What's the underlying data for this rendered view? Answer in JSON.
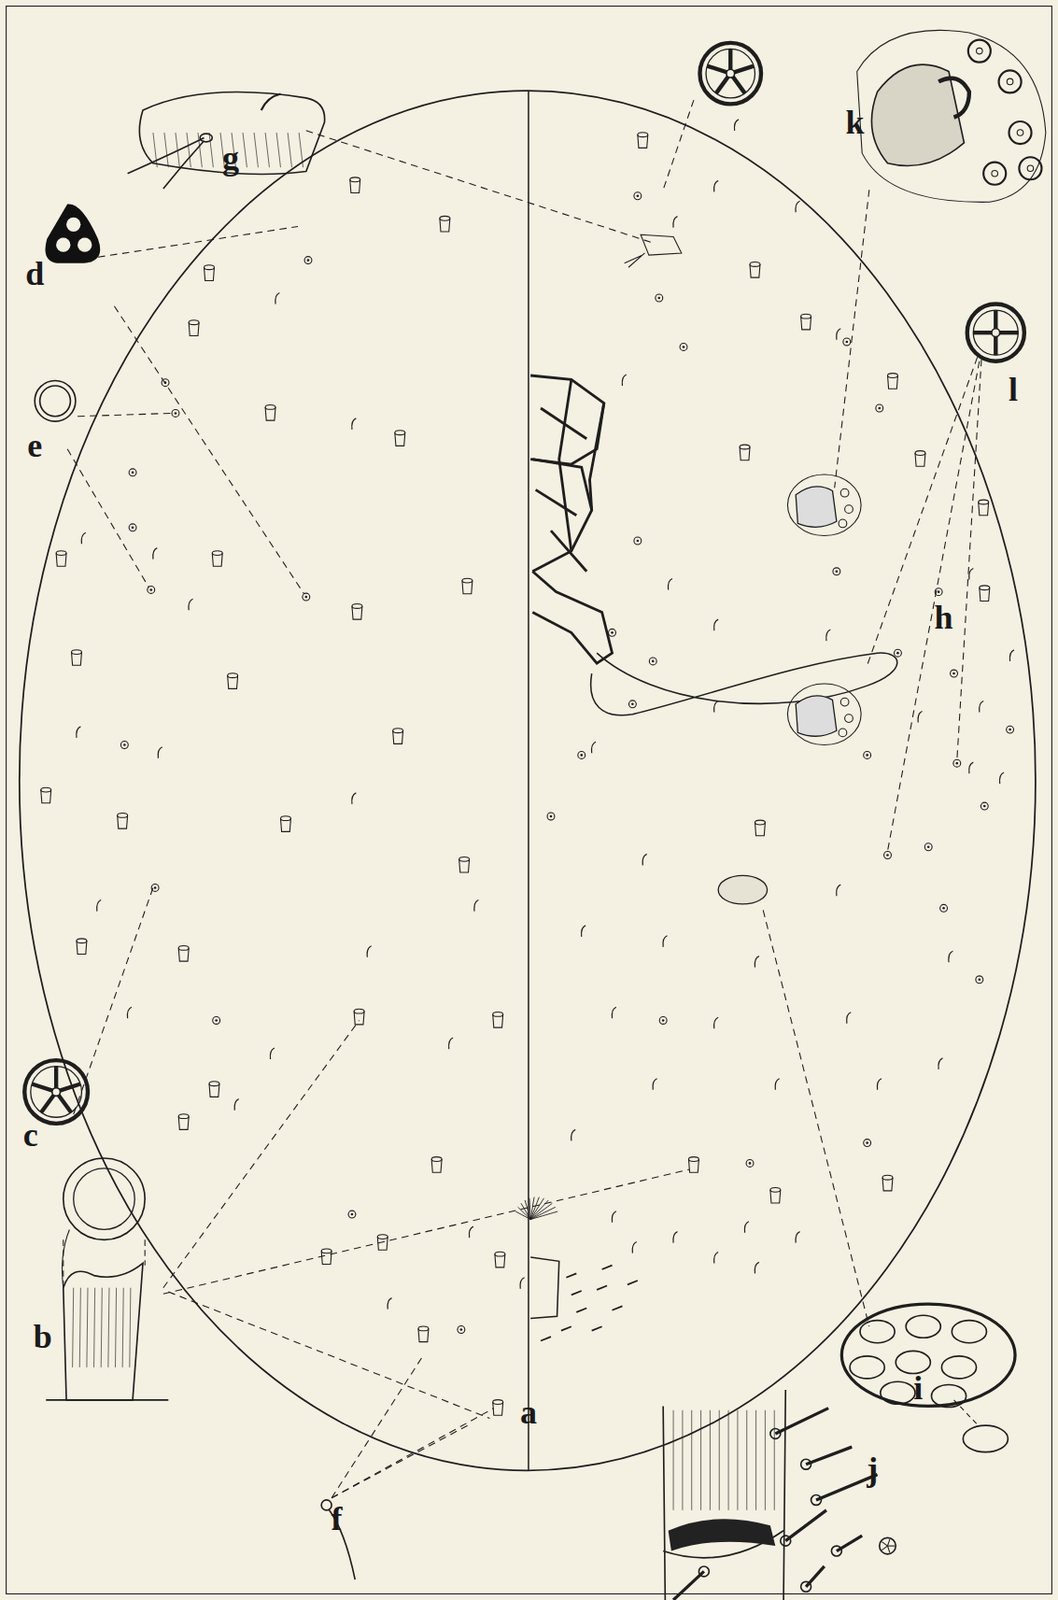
{
  "diagram": {
    "labels": [
      "k",
      "g",
      "d",
      "l",
      "e",
      "h",
      "c",
      "b",
      "i",
      "a",
      "j",
      "f"
    ]
  }
}
